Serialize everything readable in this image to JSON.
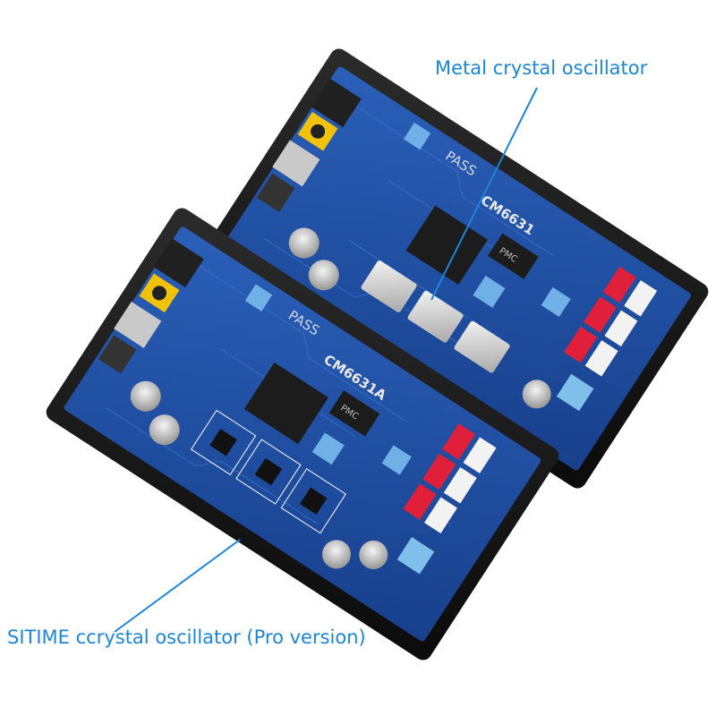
{
  "annotations": {
    "metal_label": "Metal crystal oscillator",
    "sitime_label": "SITIME ccrystal oscillator (Pro version)"
  },
  "board_top": {
    "brand_text": "PASS",
    "chip_text": "CM6631",
    "sub_chip_text": "PMC"
  },
  "board_bottom": {
    "brand_text": "PASS",
    "chip_text": "CM6631A",
    "sub_chip_text": "PMC"
  },
  "colors": {
    "callout": "#1a86d9",
    "pcb": "#1f4fa3",
    "enclosure": "#161616"
  }
}
